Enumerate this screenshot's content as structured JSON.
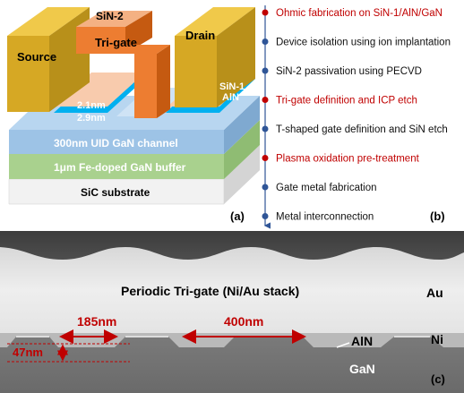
{
  "panel_a": {
    "label": "(a)",
    "layers": {
      "substrate": "SiC substrate",
      "buffer": "1μm Fe-doped GaN buffer",
      "channel": "300nm UID GaN channel",
      "thickness_outer": "2.1nm",
      "thickness_inner": "2.9nm",
      "sin1": "SiN-1",
      "aln": "AlN",
      "sin2": "SiN-2"
    },
    "electrodes": {
      "source": "Source",
      "gate": "Tri-gate",
      "drain": "Drain"
    }
  },
  "panel_b": {
    "label": "(b)",
    "steps": [
      {
        "text": "Ohmic fabrication on SiN-1/AlN/GaN",
        "highlight": true
      },
      {
        "text": "Device isolation using ion implantation",
        "highlight": false
      },
      {
        "text": "SiN-2 passivation using PECVD",
        "highlight": false
      },
      {
        "text": "Tri-gate definition and ICP etch",
        "highlight": true
      },
      {
        "text": "T-shaped gate definition and SiN etch",
        "highlight": false
      },
      {
        "text": "Plasma oxidation pre-treatment",
        "highlight": true
      },
      {
        "text": "Gate metal fabrication",
        "highlight": false
      },
      {
        "text": "Metal interconnection",
        "highlight": false
      }
    ],
    "colors": {
      "highlight": "#c00000",
      "normal": "#111111",
      "dot": "#2f5597",
      "dot_highlight": "#c00000"
    }
  },
  "panel_c": {
    "label": "(c)",
    "title": "Periodic Tri-gate (Ni/Au stack)",
    "au": "Au",
    "ni": "Ni",
    "aln": "AlN",
    "gan": "GaN",
    "width_label": "185nm",
    "pitch_label": "400nm",
    "depth_label": "47nm",
    "annotation_color": "#c00000"
  }
}
